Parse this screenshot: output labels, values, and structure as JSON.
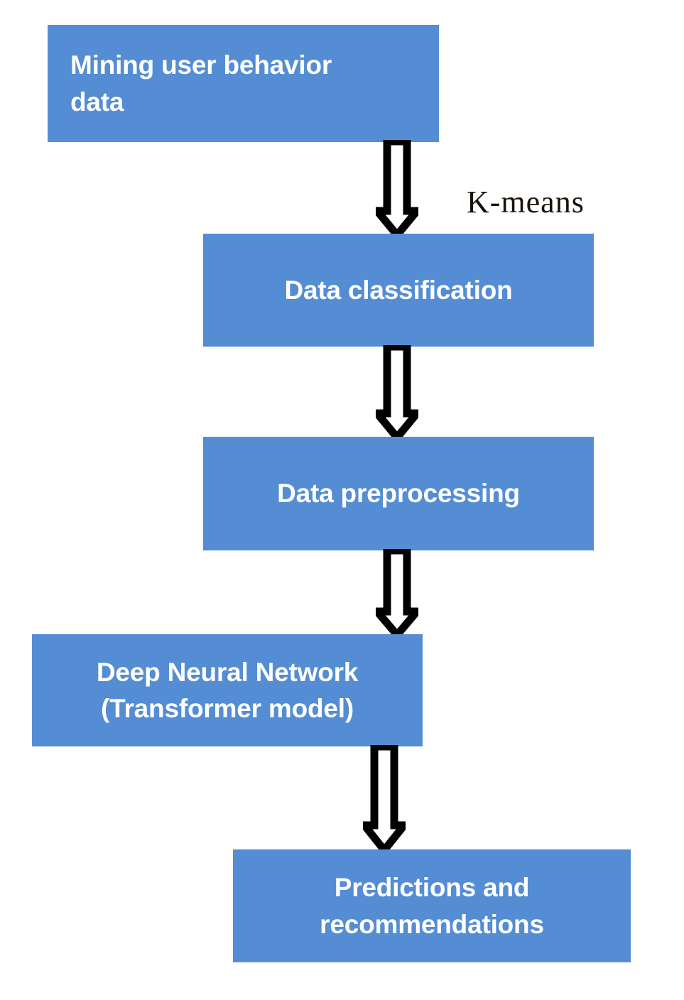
{
  "diagram": {
    "title": "Mining user behavior data pipeline flowchart",
    "type": "flowchart",
    "orientation": "top-to-bottom",
    "colors": {
      "node_fill": "#548DD4",
      "node_text": "#FFFFFF",
      "arrow_outline": "#000000",
      "arrow_fill": "#FFFFFF",
      "background": "#FFFFFF",
      "label_text": "#1A1208"
    },
    "nodes": [
      {
        "id": "node-1",
        "label": "Mining user behavior data",
        "lines": [
          "Mining user behavior",
          "data"
        ],
        "align": "left"
      },
      {
        "id": "node-2",
        "label": "Data classification",
        "lines": [
          "Data classification"
        ],
        "align": "center"
      },
      {
        "id": "node-3",
        "label": "Data preprocessing",
        "lines": [
          "Data preprocessing"
        ],
        "align": "center"
      },
      {
        "id": "node-4",
        "label": "Deep Neural Network (Transformer model)",
        "lines": [
          "Deep Neural Network",
          "(Transformer model)"
        ],
        "align": "center"
      },
      {
        "id": "node-5",
        "label": "Predictions and recommendations",
        "lines": [
          "Predictions and",
          "recommendations"
        ],
        "align": "center"
      }
    ],
    "edges": [
      {
        "id": "arrow-1",
        "from": "node-1",
        "to": "node-2",
        "label": "K-means",
        "icon": "down-block-arrow-icon"
      },
      {
        "id": "arrow-2",
        "from": "node-2",
        "to": "node-3",
        "label": "",
        "icon": "down-block-arrow-icon"
      },
      {
        "id": "arrow-3",
        "from": "node-3",
        "to": "node-4",
        "label": "",
        "icon": "down-block-arrow-icon"
      },
      {
        "id": "arrow-4",
        "from": "node-4",
        "to": "node-5",
        "label": "",
        "icon": "down-block-arrow-icon"
      }
    ]
  }
}
